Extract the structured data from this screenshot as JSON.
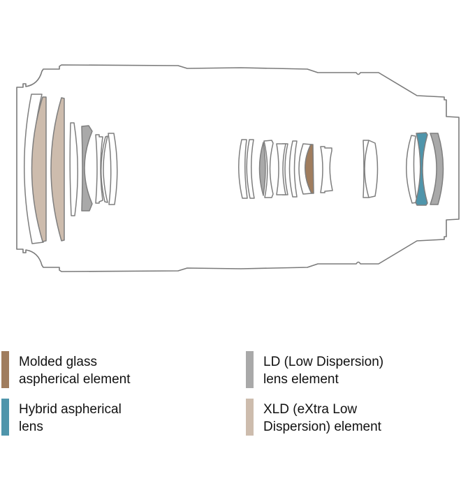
{
  "legend": [
    {
      "line1": "Molded glass",
      "line2": "aspherical element",
      "color": "#a07d5e"
    },
    {
      "line1": "Hybrid aspherical",
      "line2": "lens",
      "color": "#4f95ab"
    },
    {
      "line1": "LD (Low Dispersion)",
      "line2": "lens element",
      "color": "#a9a9a9"
    },
    {
      "line1": "XLD (eXtra Low",
      "line2": "Dispersion) element",
      "color": "#cdbcad"
    }
  ]
}
